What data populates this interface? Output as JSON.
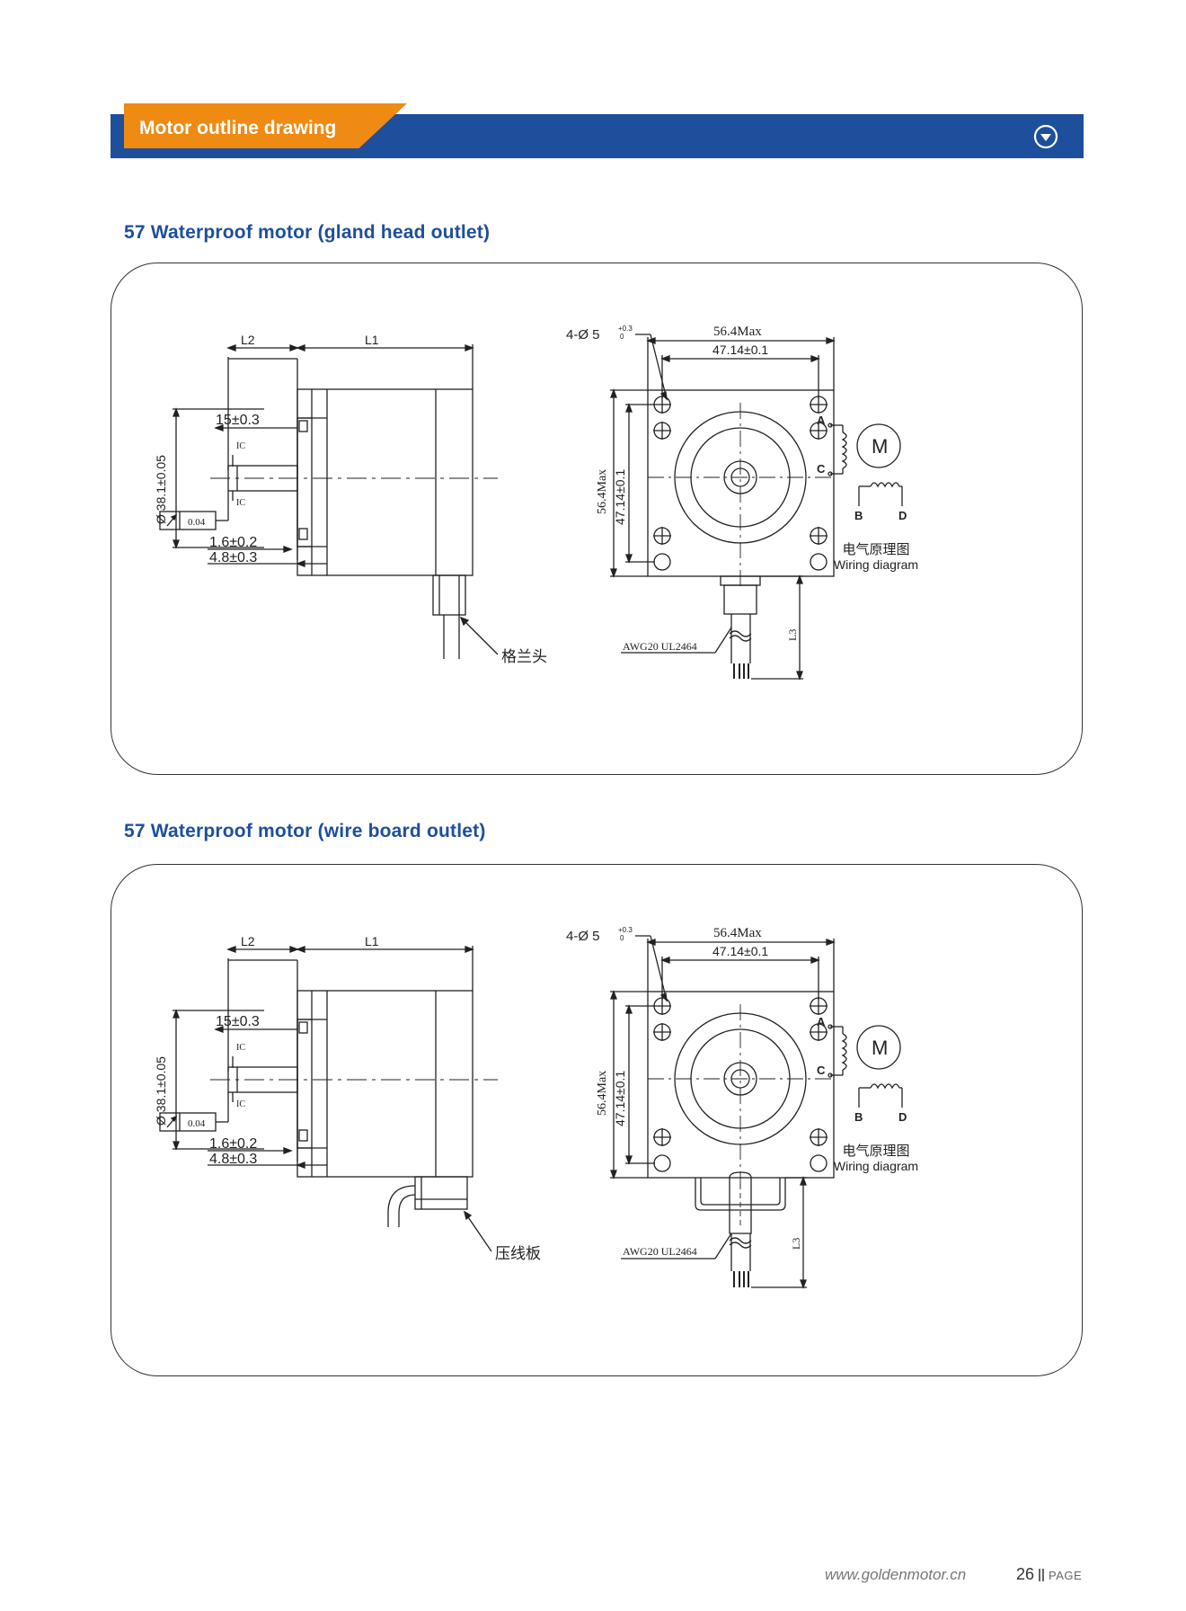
{
  "header": {
    "title": "Motor outline drawing",
    "accent_color": "#ef8a12",
    "bar_color": "#1d4f9c",
    "icon": "chevron-down-circle-icon"
  },
  "sections": [
    {
      "title": "57 Waterproof motor (gland head outlet)",
      "side_labels": {
        "l2": "L2",
        "l1": "L1",
        "dim15": "15±0.3",
        "ic_top": "IC",
        "ic_bottom": "IC",
        "dia": "Ø 38.1±0.05",
        "runout": "0.04",
        "dim16": "1.6±0.2",
        "dim48": "4.8±0.3",
        "callout": "格兰头"
      },
      "front_labels": {
        "holes": "4-Ø 5",
        "tol_top": "+0.3",
        "tol_bottom": "0",
        "max_w": "56.4Max",
        "pitch_w": "47.14±0.1",
        "max_h": "56.4Max",
        "pitch_h": "47.14±0.1",
        "wire": "AWG20 UL2464",
        "l3": "L3"
      },
      "wiring": {
        "a": "A",
        "c": "C",
        "b": "B",
        "d": "D",
        "m": "M",
        "title_cn": "电气原理图",
        "title_en": "Wiring diagram"
      }
    },
    {
      "title": "57 Waterproof motor (wire board outlet)",
      "side_labels": {
        "l2": "L2",
        "l1": "L1",
        "dim15": "15±0.3",
        "ic_top": "IC",
        "ic_bottom": "IC",
        "dia": "Ø 38.1±0.05",
        "runout": "0.04",
        "dim16": "1.6±0.2",
        "dim48": "4.8±0.3",
        "callout": "压线板"
      },
      "front_labels": {
        "holes": "4-Ø 5",
        "tol_top": "+0.3",
        "tol_bottom": "0",
        "max_w": "56.4Max",
        "pitch_w": "47.14±0.1",
        "max_h": "56.4Max",
        "pitch_h": "47.14±0.1",
        "wire": "AWG20 UL2464",
        "l3": "L3"
      },
      "wiring": {
        "a": "A",
        "c": "C",
        "b": "B",
        "d": "D",
        "m": "M",
        "title_cn": "电气原理图",
        "title_en": "Wiring diagram"
      }
    }
  ],
  "footer": {
    "url": "www.goldenmotor.cn",
    "page_number": "26",
    "page_label": "PAGE"
  }
}
